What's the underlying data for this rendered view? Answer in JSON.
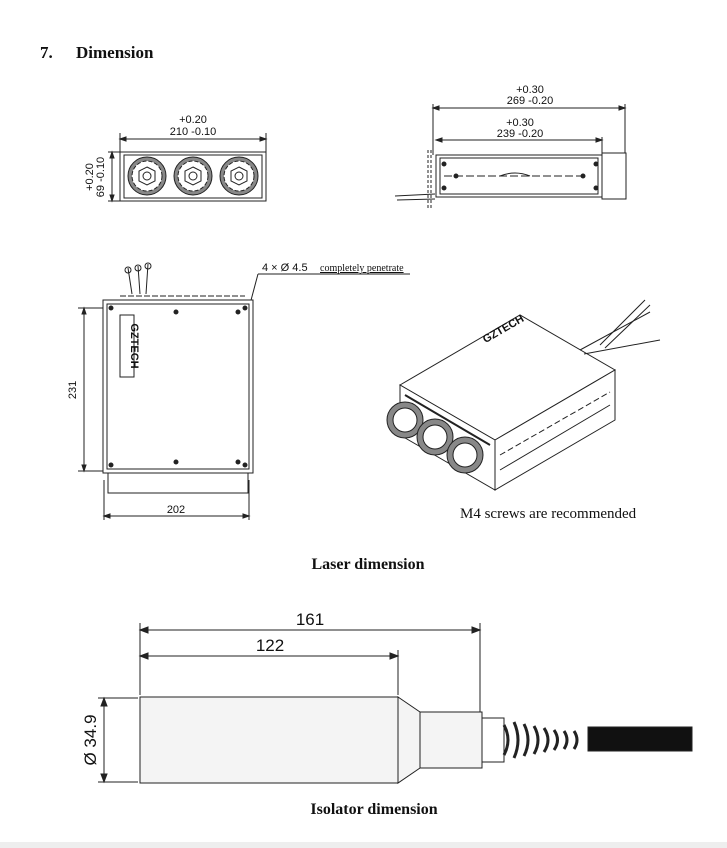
{
  "section": {
    "number": "7.",
    "title": "Dimension"
  },
  "front_view": {
    "tol_width": "+0.20",
    "width": "210 -0.10",
    "tol_height": "+0.20",
    "height": "69 -0.10"
  },
  "side_view": {
    "tol_total": "+0.30",
    "total": "269 -0.20",
    "tol_body": "+0.30",
    "body": "239 -0.20"
  },
  "top_view": {
    "hole_note_prefix": "4 × Ø 4.5",
    "hole_note_suffix": "completely penetrate",
    "height": "231",
    "width": "202",
    "brand": "GZTECH"
  },
  "iso_view": {
    "brand": "GZTECH",
    "screw_note": "M4 screws are recommended"
  },
  "laser_caption": "Laser dimension",
  "isolator": {
    "length_total": "161",
    "length_body": "122",
    "diameter": "Ø 34.9"
  },
  "isolator_caption": "Isolator dimension",
  "colors": {
    "line": "#222222",
    "body_fill": "#f4f4f4"
  }
}
